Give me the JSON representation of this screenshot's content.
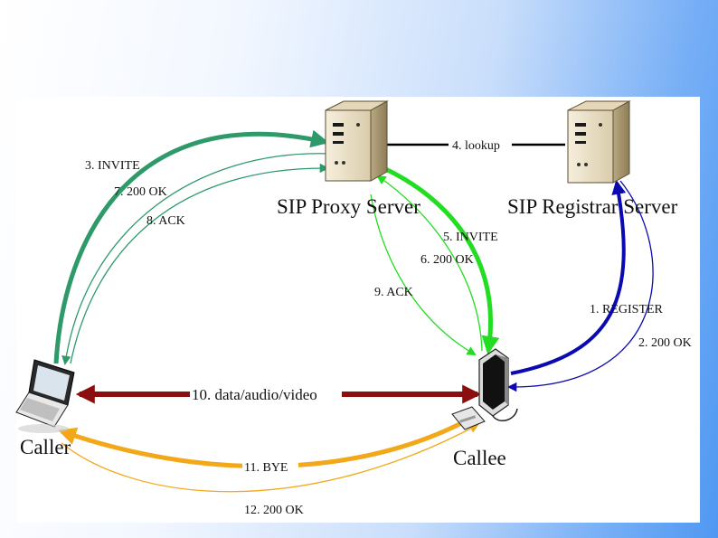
{
  "diagram": {
    "nodes": {
      "proxy": "SIP Proxy Server",
      "registrar": "SIP Registrar Server",
      "caller": "Caller",
      "callee": "Callee"
    },
    "messages": {
      "m1": "1. REGISTER",
      "m2": "2. 200 OK",
      "m3": "3. INVITE",
      "m4": "4. lookup",
      "m5": "5. INVITE",
      "m6": "6. 200 OK",
      "m7": "7. 200 OK",
      "m8": "8. ACK",
      "m9": "9. ACK",
      "m10": "10. data/audio/video",
      "m11": "11. BYE",
      "m12": "12. 200 OK"
    },
    "colors": {
      "caller_proxy": "#2e9a6a",
      "proxy_callee": "#22dd22",
      "registrar": "#0a0ab0",
      "media": "#8b0f0f",
      "bye": "#f2a818",
      "lookup": "#000000"
    }
  }
}
